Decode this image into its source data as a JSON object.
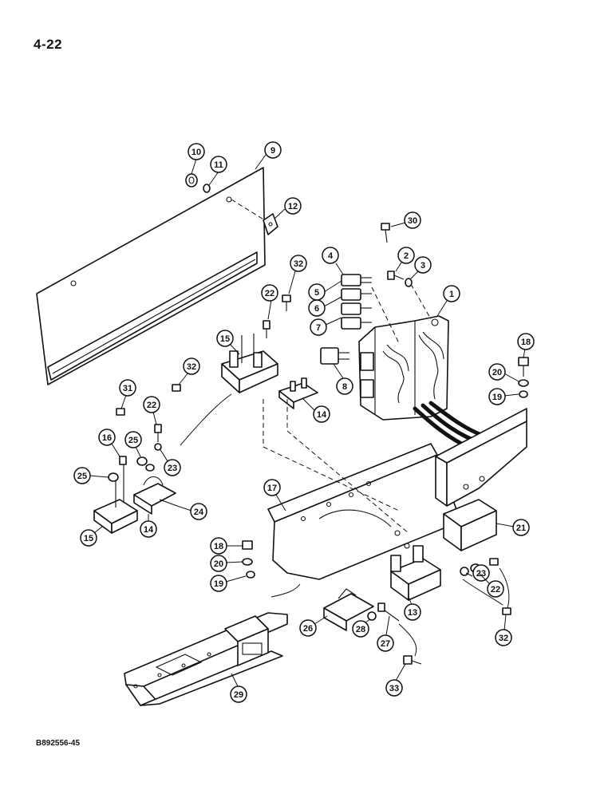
{
  "page": {
    "number": "4-22",
    "figure_code": "B892556-45"
  },
  "callouts": [
    {
      "label": "10"
    },
    {
      "label": "11"
    },
    {
      "label": "9"
    },
    {
      "label": "12"
    },
    {
      "label": "30"
    },
    {
      "label": "4"
    },
    {
      "label": "2"
    },
    {
      "label": "3"
    },
    {
      "label": "32"
    },
    {
      "label": "5"
    },
    {
      "label": "1"
    },
    {
      "label": "22"
    },
    {
      "label": "6"
    },
    {
      "label": "7"
    },
    {
      "label": "15"
    },
    {
      "label": "18"
    },
    {
      "label": "32"
    },
    {
      "label": "20"
    },
    {
      "label": "8"
    },
    {
      "label": "31"
    },
    {
      "label": "19"
    },
    {
      "label": "22"
    },
    {
      "label": "14"
    },
    {
      "label": "16"
    },
    {
      "label": "25"
    },
    {
      "label": "23"
    },
    {
      "label": "25"
    },
    {
      "label": "17"
    },
    {
      "label": "24"
    },
    {
      "label": "21"
    },
    {
      "label": "15"
    },
    {
      "label": "14"
    },
    {
      "label": "18"
    },
    {
      "label": "20"
    },
    {
      "label": "23"
    },
    {
      "label": "19"
    },
    {
      "label": "22"
    },
    {
      "label": "13"
    },
    {
      "label": "26"
    },
    {
      "label": "28"
    },
    {
      "label": "32"
    },
    {
      "label": "27"
    },
    {
      "label": "29"
    },
    {
      "label": "33"
    }
  ]
}
